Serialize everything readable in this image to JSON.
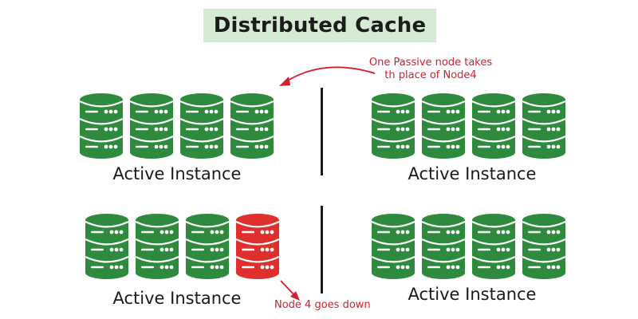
{
  "title": "Distributed Cache",
  "groups": [
    {
      "label": "Active Instance",
      "nodes": [
        "active",
        "active",
        "active",
        "active"
      ]
    },
    {
      "label": "Active Instance",
      "nodes": [
        "active",
        "active",
        "active",
        "active"
      ]
    },
    {
      "label": "Active Instance",
      "nodes": [
        "active",
        "active",
        "active",
        "failed"
      ]
    },
    {
      "label": "Active Instance",
      "nodes": [
        "active",
        "active",
        "active",
        "active"
      ]
    }
  ],
  "annotations": {
    "passive_takeover_line1": "One Passive node takes",
    "passive_takeover_line2": "th place of Node4",
    "node_down": "Node 4 goes down"
  },
  "colors": {
    "active": "#2e8b3e",
    "active_line": "#ffffff",
    "failed": "#e0302e",
    "annotation": "#d0222e",
    "title_bg": "#d5ebd3"
  },
  "icons": {
    "node": "database-server-icon",
    "arrow": "curved-arrow-icon"
  }
}
